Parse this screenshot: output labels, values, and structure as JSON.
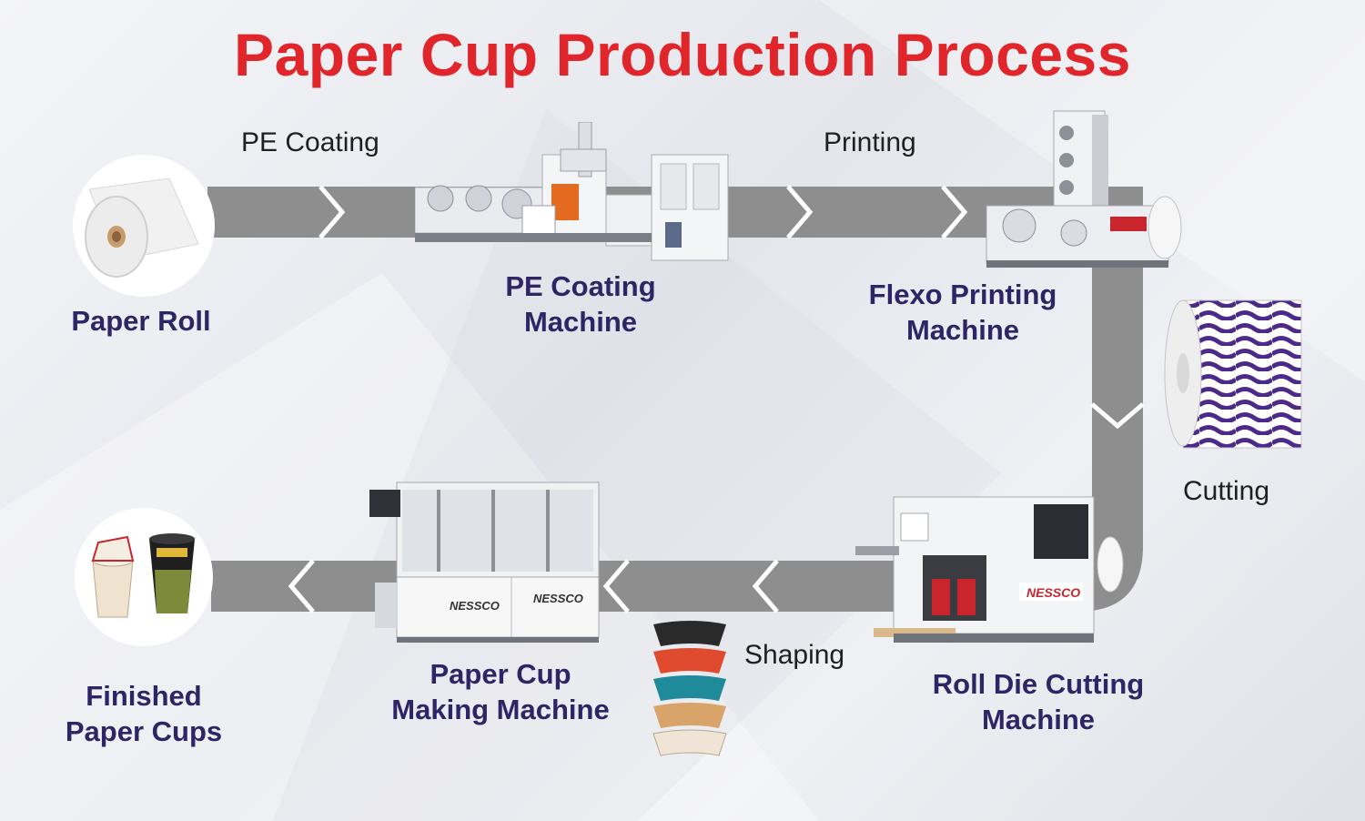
{
  "title": "Paper Cup Production Process",
  "steps": {
    "paper_roll": "Paper Roll",
    "pe_coating_machine": "PE Coating\nMachine",
    "flexo_printing_machine": "Flexo Printing\nMachine",
    "roll_die_cutting_machine": "Roll Die Cutting\nMachine",
    "paper_cup_making_machine": "Paper Cup\nMaking Machine",
    "finished_paper_cups": "Finished\nPaper Cups"
  },
  "actions": {
    "pe_coating": "PE Coating",
    "printing": "Printing",
    "cutting": "Cutting",
    "shaping": "Shaping"
  },
  "colors": {
    "title": "#e0252b",
    "step_label": "#2f2466",
    "flow_band": "#8e8e8e",
    "print_pattern": "#4b2a8a"
  },
  "icons": [
    "paper-roll-illustration",
    "pe-coating-machine-illustration",
    "flexo-printing-machine-illustration",
    "printed-roll-illustration",
    "roll-die-cutting-machine-illustration",
    "cup-blanks-illustration",
    "paper-cup-making-machine-illustration",
    "finished-cups-illustration"
  ]
}
